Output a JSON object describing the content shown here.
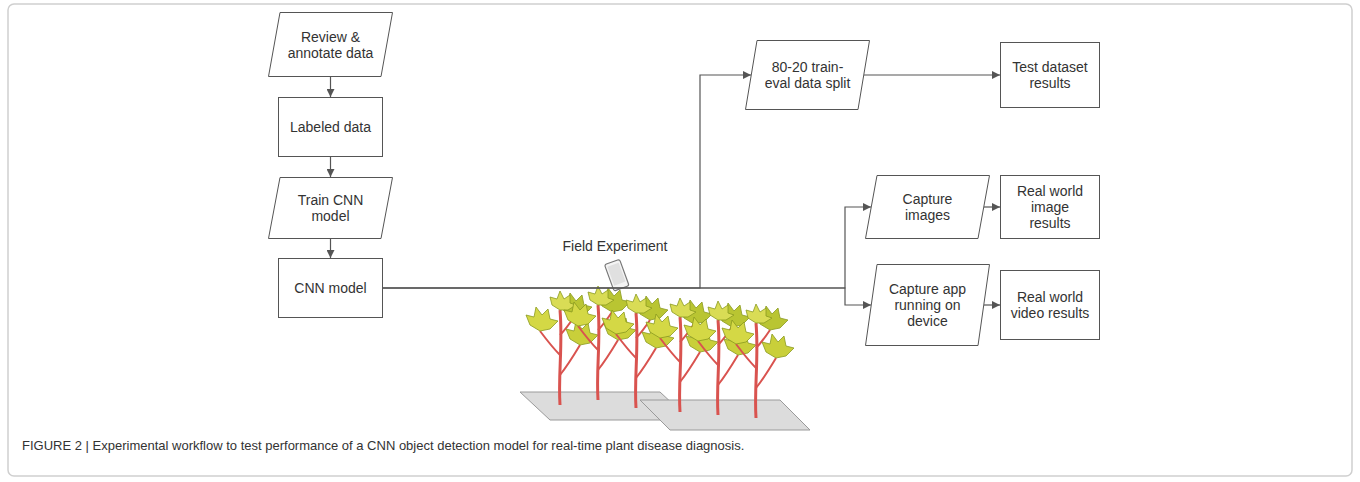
{
  "diagram": {
    "caption": "FIGURE 2 | Experimental workflow to test performance of a CNN object detection model for real-time plant disease diagnosis.",
    "nodes": [
      {
        "text": [
          "Review & annotate data"
        ]
      },
      {
        "text": [
          "Labeled data"
        ]
      },
      {
        "text": [
          "Train CNN model"
        ]
      },
      {
        "text": [
          "CNN model"
        ]
      },
      {
        "text": [
          "80-20 train-eval data split"
        ]
      },
      {
        "text": [
          "Test dataset results"
        ]
      },
      {
        "text": [
          "Capture images"
        ]
      },
      {
        "text": [
          "Real world image results"
        ]
      },
      {
        "text": [
          "Capture app running on device"
        ]
      },
      {
        "text": [
          "Real world video results"
        ]
      }
    ],
    "edges": [
      {
        "from": 0,
        "to": 1,
        "arrow": "to"
      },
      {
        "from": 1,
        "to": 2,
        "arrow": "to"
      },
      {
        "from": 2,
        "to": 3,
        "arrow": "to"
      },
      {
        "from": 3,
        "to": 4,
        "arrow": "to"
      },
      {
        "from": 3,
        "to": 6,
        "arrow": "to"
      },
      {
        "from": 3,
        "to": 8,
        "arrow": "to"
      },
      {
        "from": 4,
        "to": 5,
        "arrow": "to"
      },
      {
        "from": 6,
        "to": 7,
        "arrow": "to"
      },
      {
        "from": 8,
        "to": 9,
        "arrow": "to"
      }
    ],
    "labels": [
      "Field Experiment"
    ]
  }
}
